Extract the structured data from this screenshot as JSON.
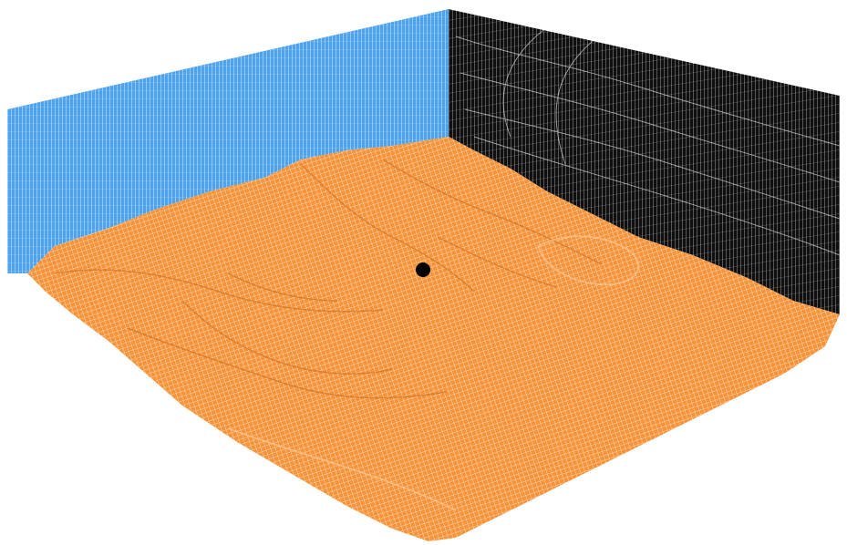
{
  "scene": {
    "colors": {
      "background": "#ffffff",
      "terrain_fill": "#f5943a",
      "terrain_grid": "#ffffff",
      "left_wall_fill": "#4ea3ee",
      "left_wall_grid": "#ffffff",
      "right_wall_fill": "#101010",
      "right_wall_grid": "#ffffff",
      "marker": "#000000"
    },
    "surfaces": [
      "terrain-mesh",
      "left-wall-mesh",
      "right-wall-mesh"
    ],
    "markers": [
      "terrain-point"
    ]
  }
}
